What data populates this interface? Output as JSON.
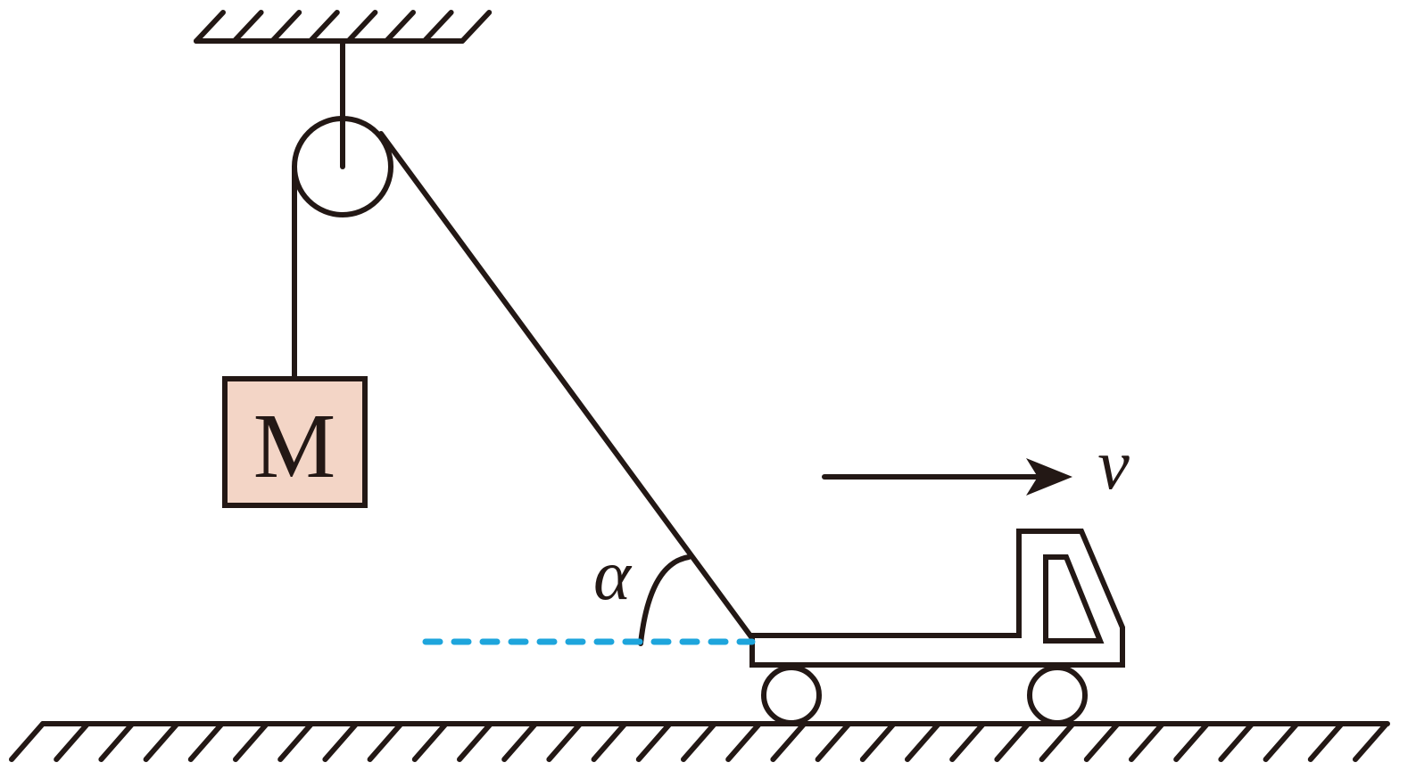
{
  "diagram": {
    "mass_label": "M",
    "velocity_label": "v",
    "angle_label": "α",
    "colors": {
      "stroke": "#231815",
      "block_fill": "#f3d5c6",
      "dashed_line": "#1ea5dc"
    }
  }
}
